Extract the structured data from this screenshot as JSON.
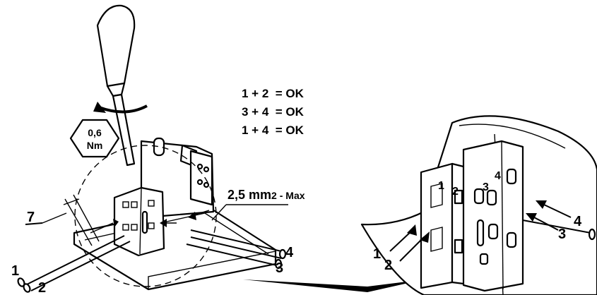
{
  "torque": {
    "value": "0,6",
    "unit": "Nm"
  },
  "combinations": [
    {
      "text": "1 + 2  = OK"
    },
    {
      "text": "3 + 4  = OK"
    },
    {
      "text": "1 + 4  = OK"
    }
  ],
  "wire_spec": {
    "size": "2,5 mm",
    "exponent": "2",
    "suffix": " - Max"
  },
  "strip_length": "7",
  "left_ports": [
    "1",
    "2",
    "3",
    "4"
  ],
  "detail_ports": {
    "terminal_labels": [
      "1",
      "2",
      "3",
      "4"
    ],
    "entry_labels": [
      "1",
      "2",
      "3",
      "4"
    ]
  }
}
